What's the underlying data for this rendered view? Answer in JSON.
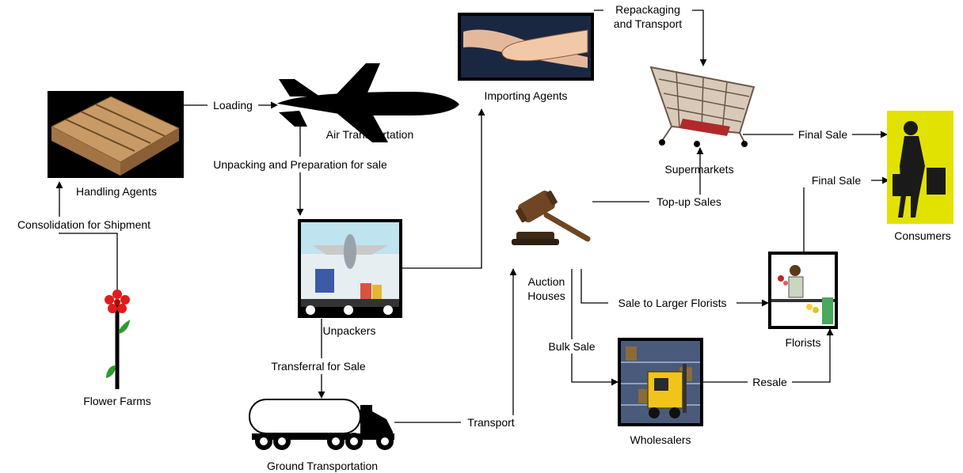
{
  "nodes": {
    "flower_farms": "Flower Farms",
    "handling_agents": "Handling Agents",
    "air_transportation": "Air Transportation",
    "unpackers": "Unpackers",
    "ground_transportation": "Ground Transportation",
    "importing_agents": "Importing Agents",
    "supermarkets": "Supermarkets",
    "consumers": "Consumers",
    "auction_houses_line1": "Auction",
    "auction_houses_line2": "Houses",
    "florists": "Florists",
    "wholesalers": "Wholesalers"
  },
  "edges": {
    "consolidation": "Consolidation for Shipment",
    "loading": "Loading",
    "unpacking": "Unpacking and Preparation for sale",
    "transferral": "Transferral for Sale",
    "transport": "Transport",
    "repackaging_line1": "Repackaging",
    "repackaging_line2": "and Transport",
    "final_sale_1": "Final Sale",
    "final_sale_2": "Final Sale",
    "top_up": "Top-up Sales",
    "larger_florists": "Sale to Larger Florists",
    "bulk_sale": "Bulk Sale",
    "resale": "Resale"
  },
  "icons": [
    "pallet-icon",
    "airplane-icon",
    "airport-unpacking-icon",
    "tanker-truck-icon",
    "handshake-icon",
    "shopping-cart-icon",
    "consumer-shopper-icon",
    "gavel-icon",
    "florist-icon",
    "warehouse-forklift-icon",
    "flower-icon"
  ]
}
